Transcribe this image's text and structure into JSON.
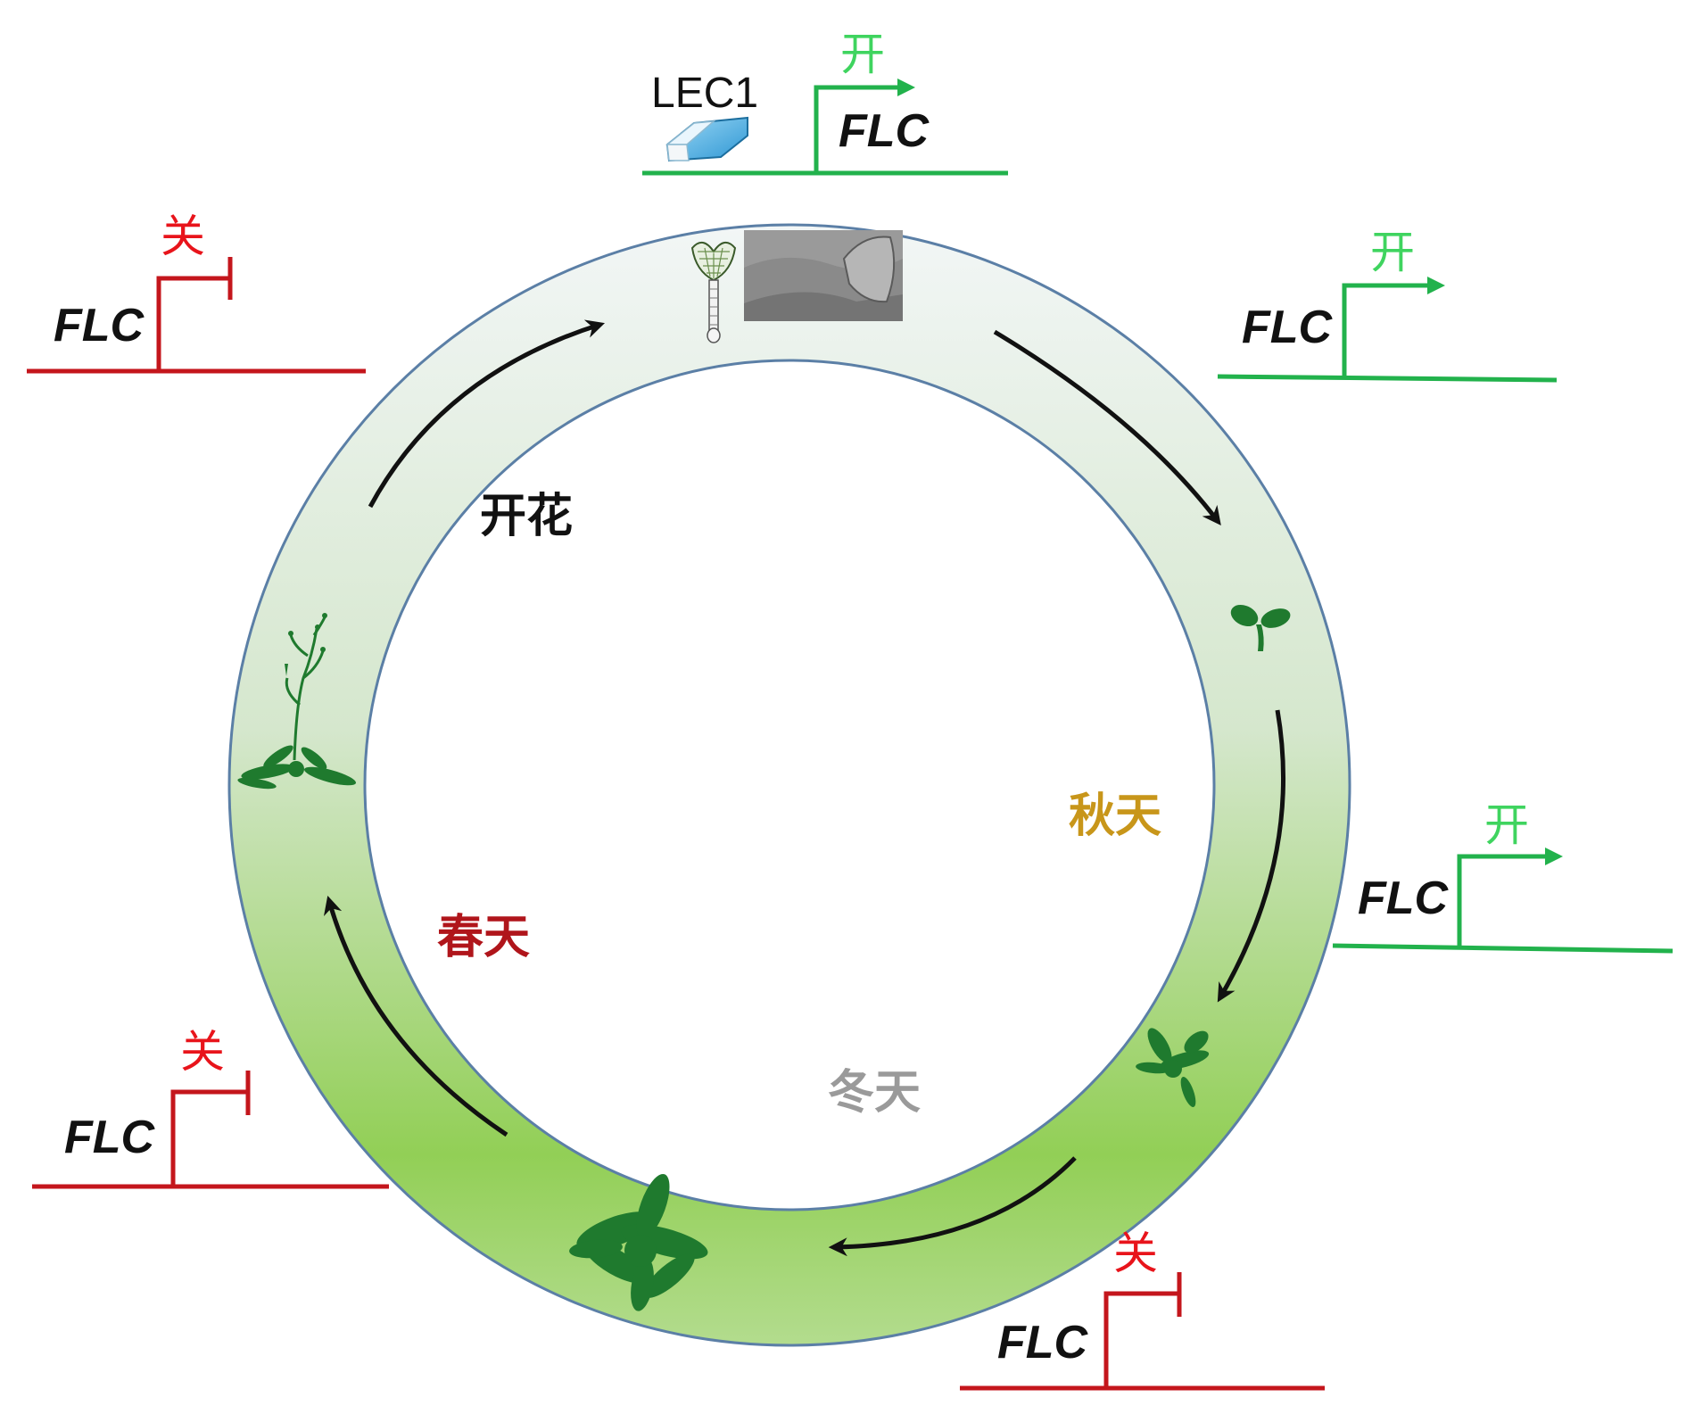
{
  "colors": {
    "on": "#22b24c",
    "on_label": "#3fd45f",
    "off": "#c4161c",
    "off_label": "#e8141b",
    "ring_stroke": "#5b7fa6",
    "ring_top": "#f2f6f6",
    "ring_bottom": "#92cf56",
    "arrow": "#111111",
    "plant": "#1f7a2e",
    "eraser": "#4fb3e8"
  },
  "gene_label": "FLC",
  "lec1_label": "LEC1",
  "states": {
    "top": "开",
    "top_left": "关",
    "top_right": "开",
    "right": "开",
    "bottom_right": "关",
    "bottom_left": "关"
  },
  "seasons": {
    "flowering": {
      "text": "开花",
      "color": "#111111"
    },
    "autumn": {
      "text": "秋天",
      "color": "#c8961a"
    },
    "winter": {
      "text": "冬天",
      "color": "#9a9a9a"
    },
    "spring": {
      "text": "春天",
      "color": "#b0151b"
    }
  },
  "icons": {
    "eraser": "eraser-icon",
    "embryo_diagram": "embryo-diagram-icon",
    "embryo_photo": "embryo-micrograph-icon",
    "seedling": "seedling-icon",
    "small_rosette": "small-rosette-icon",
    "large_rosette": "large-rosette-icon",
    "flowering_plant": "flowering-plant-icon"
  }
}
